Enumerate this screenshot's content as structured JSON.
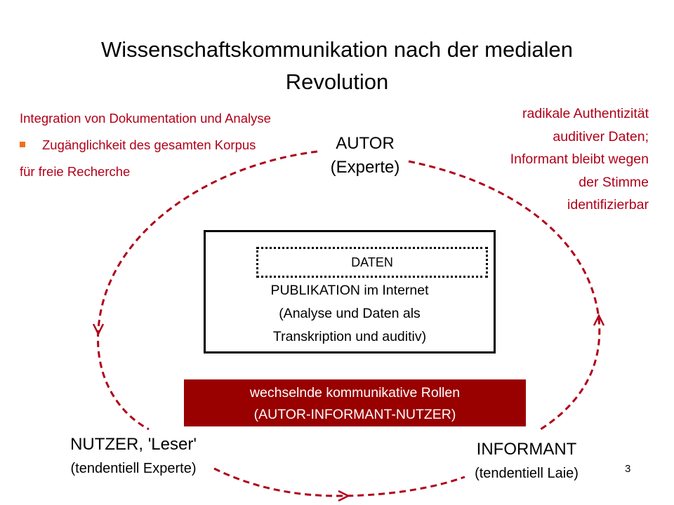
{
  "title": {
    "line1": "Wissenschaftskommunikation  nach der medialen",
    "line2": "Revolution"
  },
  "left_text": {
    "line1": "Integration von Dokumentation und Analyse",
    "bullet": "Zugänglichkeit des gesamten Korpus",
    "line3": "für freie Recherche"
  },
  "right_text": [
    "radikale Authentizität",
    "auditiver Daten;",
    "Informant bleibt wegen",
    "der Stimme",
    "identifizierbar"
  ],
  "autor": {
    "label": "AUTOR",
    "sub": "(Experte)"
  },
  "nutzer": {
    "label": "NUTZER, 'Leser'",
    "sub": "(tendentiell Experte)"
  },
  "informant": {
    "label": "INFORMANT",
    "sub": "(tendentiell Laie)"
  },
  "publication": {
    "data_label": "DATEN",
    "lines": [
      "PUBLIKATION im Internet",
      "(Analyse und Daten als",
      "Transkription und  auditiv)"
    ]
  },
  "roles": {
    "line1": "wechselnde kommunikative Rollen",
    "line2": "(AUTOR-INFORMANT-NUTZER)"
  },
  "page_number": "3",
  "colors": {
    "accent": "#b00018",
    "box": "#990000",
    "bullet": "#f07020"
  }
}
